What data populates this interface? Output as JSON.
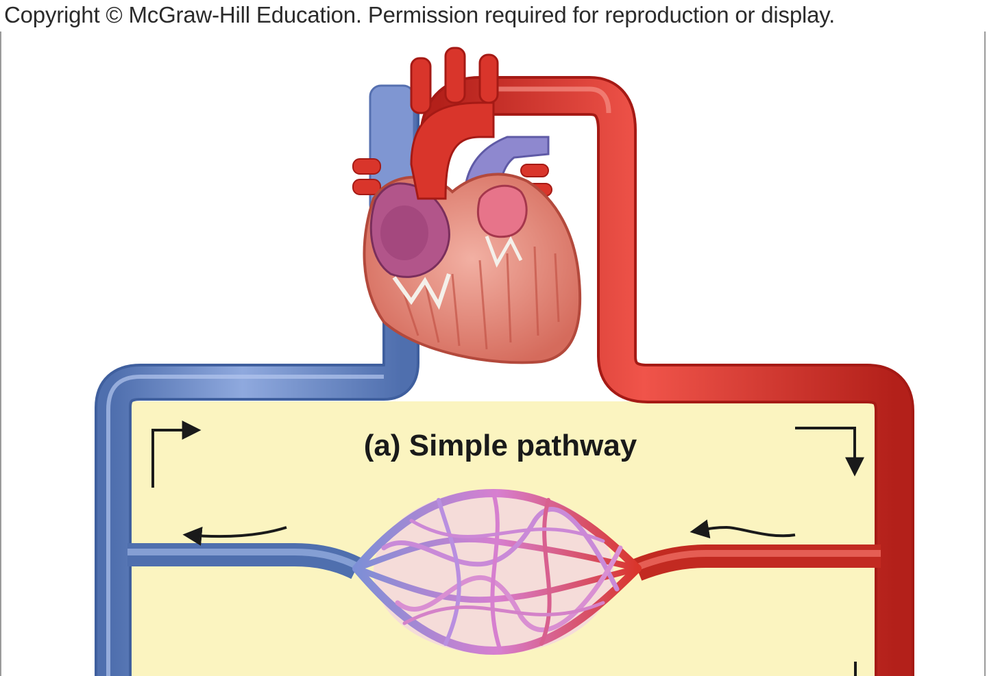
{
  "copyright": "Copyright © McGraw-Hill Education. Permission required for reproduction or display.",
  "caption": "(a) Simple pathway",
  "colors": {
    "background_panel": "#fbf4c0",
    "vein_blue": "#6f8fc9",
    "artery_red": "#d9352b",
    "capillary_pink": "#d77fd0",
    "heart_muscle": "#e89a8a",
    "arrow": "#1a1a1a"
  },
  "icons": [
    "heart-illustration",
    "capillary-bed",
    "flow-arrow"
  ]
}
